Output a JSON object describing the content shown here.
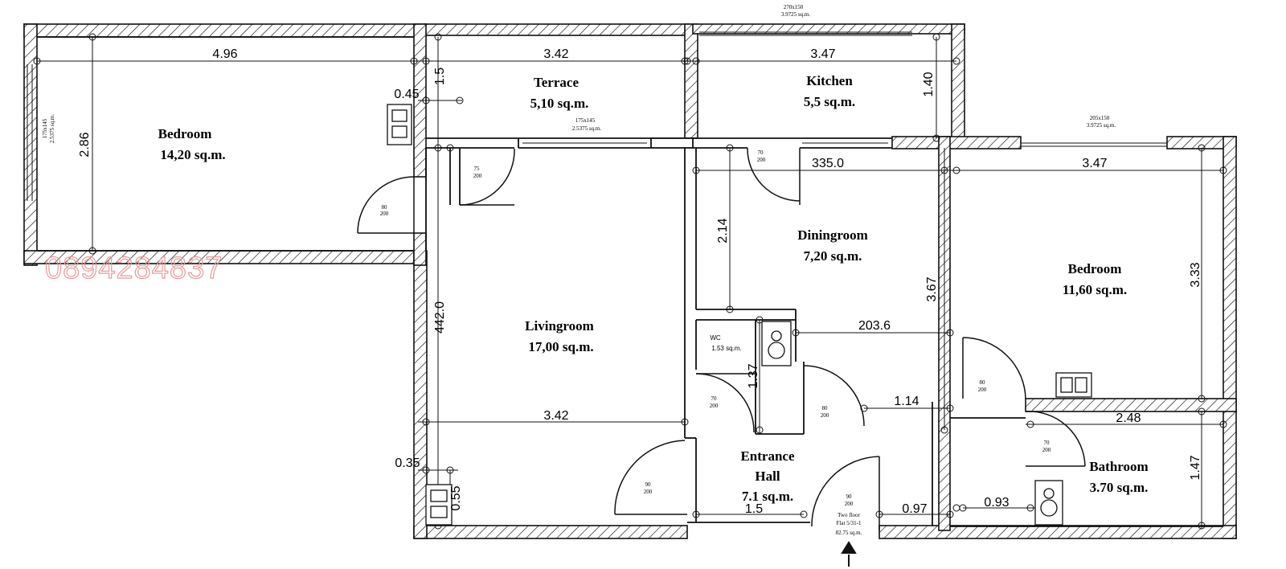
{
  "rooms": {
    "bedroom_left": {
      "name": "Bedroom",
      "area": "14,20 sq.m."
    },
    "terrace": {
      "name": "Terrace",
      "area": "5,10 sq.m."
    },
    "kitchen": {
      "name": "Kitchen",
      "area": "5,5 sq.m."
    },
    "diningroom": {
      "name": "Diningroom",
      "area": "7,20 sq.m."
    },
    "bedroom_right": {
      "name": "Bedroom",
      "area": "11,60 sq.m."
    },
    "livingroom": {
      "name": "Livingroom",
      "area": "17,00 sq.m."
    },
    "wc": {
      "name": "WC",
      "area": "1.53 sq.m."
    },
    "entrance": {
      "name1": "Entrance",
      "name2": "Hall",
      "area": "7.1 sq.m."
    },
    "bathroom": {
      "name": "Bathroom",
      "area": "3.70 sq.m."
    }
  },
  "dimensions": {
    "d1": "4.96",
    "d2": "3.42",
    "d3": "3.47",
    "d4": "0.45",
    "d5": "1.5",
    "d6": "2.86",
    "d7": "1.40",
    "d8": "335.0",
    "d9": "3.47",
    "d10": "2.14",
    "d11": "3.67",
    "d12": "3.33",
    "d13": "442.0",
    "d14": "203.6",
    "d15": "1.37",
    "d16": "1.14",
    "d17": "3.42",
    "d18": "2.48",
    "d19": "0.35",
    "d20": "0.55",
    "d21": "1.5",
    "d22": "0.97",
    "d23": "0.93",
    "d24": "1.47"
  },
  "windows": {
    "w_top": "270x150",
    "w_top_area": "3.9725 sq.m.",
    "w_right": "205x150",
    "w_right_area": "3.9725 sq.m.",
    "w_terrace": "175x145",
    "w_terrace_area": "2.5375 sq.m.",
    "w_left": "175x145",
    "w_left_area": "2.5375 sq.m."
  },
  "doors": {
    "dr1": "80",
    "dr1b": "200",
    "dr2": "75",
    "dr2b": "200",
    "dr3": "70",
    "dr3b": "200",
    "dr4": "70",
    "dr4b": "200",
    "dr5": "80",
    "dr5b": "200",
    "dr6": "80",
    "dr6b": "200",
    "dr7": "90",
    "dr7b": "200",
    "dr8": "70",
    "dr8b": "200",
    "dr9": "90",
    "dr9b": "200"
  },
  "footer": {
    "line1": "Two floor",
    "line2": "Flat 5/31-1",
    "line3": "82.75 sq.m."
  },
  "watermark": "0894284837",
  "colors": {
    "wall": "#111111",
    "watermark": "#e79b9b"
  }
}
